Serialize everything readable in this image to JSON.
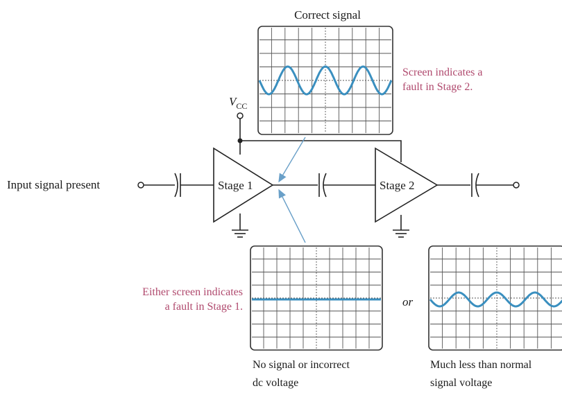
{
  "title": "Correct signal",
  "vcc": {
    "main": "V",
    "sub": "CC"
  },
  "input_label": "Input signal present",
  "stage1_label": "Stage 1",
  "stage2_label": "Stage 2",
  "fault_stage2": [
    "Screen indicates a",
    "fault in Stage 2."
  ],
  "fault_stage1": [
    "Either screen indicates",
    "a fault in Stage 1."
  ],
  "or_label": "or",
  "caption_left": [
    "No signal or incorrect",
    "dc voltage"
  ],
  "caption_right": [
    "Much less than normal",
    "signal voltage"
  ],
  "colors": {
    "waveform": "#3a8fbf",
    "fault_text": "#b04a6e",
    "arrow": "#6aa0c8"
  }
}
